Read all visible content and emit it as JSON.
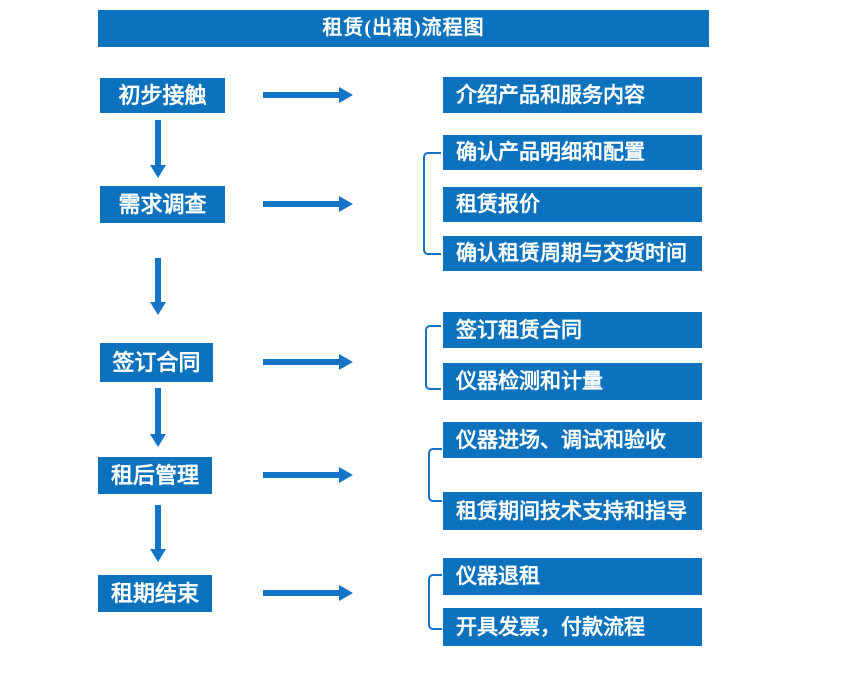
{
  "title": "租赁(出租)流程图",
  "colors": {
    "box_blue": "#0d72bd",
    "arrow_blue": "#1474c6",
    "text_white": "#ffffff"
  },
  "steps": [
    {
      "label": "初步接触",
      "details": [
        "介绍产品和服务内容"
      ]
    },
    {
      "label": "需求调查",
      "details": [
        "确认产品明细和配置",
        "租赁报价",
        "确认租赁周期与交货时间"
      ]
    },
    {
      "label": "签订合同",
      "details": [
        "签订租赁合同",
        "仪器检测和计量"
      ]
    },
    {
      "label": "租后管理",
      "details": [
        "仪器进场、调试和验收",
        "租赁期间技术支持和指导"
      ]
    },
    {
      "label": "租期结束",
      "details": [
        "仪器退租",
        "开具发票，付款流程"
      ]
    }
  ]
}
